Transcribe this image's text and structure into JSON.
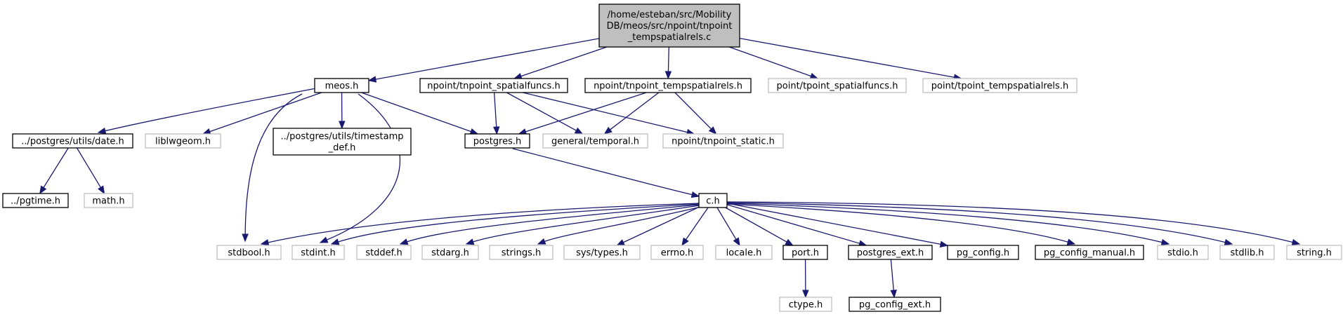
{
  "diagram": {
    "type": "include-dependency-graph",
    "colors": {
      "edge": "#191970",
      "root_fill": "#bfbfbf",
      "documented_border": "#000000",
      "undocumented_border": "#bfbfbf",
      "node_fill": "#ffffff"
    },
    "nodes": [
      {
        "id": "root",
        "label": [
          "/home/esteban/src/Mobility",
          "DB/meos/src/npoint/tnpoint",
          "_tempspatialrels.c"
        ],
        "style": "root"
      },
      {
        "id": "meos_h",
        "label": [
          "meos.h"
        ],
        "style": "documented"
      },
      {
        "id": "tnpoint_spatialfuncs_h",
        "label": [
          "npoint/tnpoint_spatialfuncs.h"
        ],
        "style": "documented"
      },
      {
        "id": "tnpoint_tempspatialrels_h",
        "label": [
          "npoint/tnpoint_tempspatialrels.h"
        ],
        "style": "documented"
      },
      {
        "id": "tpoint_spatialfuncs_h",
        "label": [
          "point/tpoint_spatialfuncs.h"
        ],
        "style": "undocumented"
      },
      {
        "id": "tpoint_tempspatialrels_h",
        "label": [
          "point/tpoint_tempspatialrels.h"
        ],
        "style": "undocumented"
      },
      {
        "id": "date_h",
        "label": [
          "../postgres/utils/date.h"
        ],
        "style": "documented"
      },
      {
        "id": "liblwgeom_h",
        "label": [
          "liblwgeom.h"
        ],
        "style": "undocumented"
      },
      {
        "id": "timestamp_def_h",
        "label": [
          "../postgres/utils/timestamp",
          "_def.h"
        ],
        "style": "documented"
      },
      {
        "id": "postgres_h",
        "label": [
          "postgres.h"
        ],
        "style": "documented"
      },
      {
        "id": "general_temporal_h",
        "label": [
          "general/temporal.h"
        ],
        "style": "undocumented"
      },
      {
        "id": "tnpoint_static_h",
        "label": [
          "npoint/tnpoint_static.h"
        ],
        "style": "undocumented"
      },
      {
        "id": "pgtime_h",
        "label": [
          "../pgtime.h"
        ],
        "style": "documented"
      },
      {
        "id": "math_h",
        "label": [
          "math.h"
        ],
        "style": "undocumented"
      },
      {
        "id": "c_h",
        "label": [
          "c.h"
        ],
        "style": "documented"
      },
      {
        "id": "stdbool_h",
        "label": [
          "stdbool.h"
        ],
        "style": "undocumented"
      },
      {
        "id": "stdint_h",
        "label": [
          "stdint.h"
        ],
        "style": "undocumented"
      },
      {
        "id": "stddef_h",
        "label": [
          "stddef.h"
        ],
        "style": "undocumented"
      },
      {
        "id": "stdarg_h",
        "label": [
          "stdarg.h"
        ],
        "style": "undocumented"
      },
      {
        "id": "strings_h",
        "label": [
          "strings.h"
        ],
        "style": "undocumented"
      },
      {
        "id": "sys_types_h",
        "label": [
          "sys/types.h"
        ],
        "style": "undocumented"
      },
      {
        "id": "errno_h",
        "label": [
          "errno.h"
        ],
        "style": "undocumented"
      },
      {
        "id": "locale_h",
        "label": [
          "locale.h"
        ],
        "style": "undocumented"
      },
      {
        "id": "port_h",
        "label": [
          "port.h"
        ],
        "style": "documented"
      },
      {
        "id": "postgres_ext_h",
        "label": [
          "postgres_ext.h"
        ],
        "style": "documented"
      },
      {
        "id": "pg_config_h",
        "label": [
          "pg_config.h"
        ],
        "style": "documented"
      },
      {
        "id": "pg_config_manual_h",
        "label": [
          "pg_config_manual.h"
        ],
        "style": "documented"
      },
      {
        "id": "stdio_h",
        "label": [
          "stdio.h"
        ],
        "style": "undocumented"
      },
      {
        "id": "stdlib_h",
        "label": [
          "stdlib.h"
        ],
        "style": "undocumented"
      },
      {
        "id": "string_h",
        "label": [
          "string.h"
        ],
        "style": "undocumented"
      },
      {
        "id": "ctype_h",
        "label": [
          "ctype.h"
        ],
        "style": "undocumented"
      },
      {
        "id": "pg_config_ext_h",
        "label": [
          "pg_config_ext.h"
        ],
        "style": "documented"
      }
    ],
    "edges": [
      [
        "root",
        "meos_h"
      ],
      [
        "root",
        "tnpoint_spatialfuncs_h"
      ],
      [
        "root",
        "tnpoint_tempspatialrels_h"
      ],
      [
        "root",
        "tpoint_spatialfuncs_h"
      ],
      [
        "root",
        "tpoint_tempspatialrels_h"
      ],
      [
        "meos_h",
        "date_h"
      ],
      [
        "meos_h",
        "liblwgeom_h"
      ],
      [
        "meos_h",
        "timestamp_def_h"
      ],
      [
        "meos_h",
        "postgres_h"
      ],
      [
        "meos_h",
        "stdbool_h"
      ],
      [
        "meos_h",
        "stdint_h"
      ],
      [
        "tnpoint_spatialfuncs_h",
        "postgres_h"
      ],
      [
        "tnpoint_spatialfuncs_h",
        "general_temporal_h"
      ],
      [
        "tnpoint_spatialfuncs_h",
        "tnpoint_static_h"
      ],
      [
        "tnpoint_tempspatialrels_h",
        "postgres_h"
      ],
      [
        "tnpoint_tempspatialrels_h",
        "general_temporal_h"
      ],
      [
        "tnpoint_tempspatialrels_h",
        "tnpoint_static_h"
      ],
      [
        "date_h",
        "pgtime_h"
      ],
      [
        "date_h",
        "math_h"
      ],
      [
        "postgres_h",
        "c_h"
      ],
      [
        "c_h",
        "stdbool_h"
      ],
      [
        "c_h",
        "stdint_h"
      ],
      [
        "c_h",
        "stddef_h"
      ],
      [
        "c_h",
        "stdarg_h"
      ],
      [
        "c_h",
        "strings_h"
      ],
      [
        "c_h",
        "sys_types_h"
      ],
      [
        "c_h",
        "errno_h"
      ],
      [
        "c_h",
        "locale_h"
      ],
      [
        "c_h",
        "port_h"
      ],
      [
        "c_h",
        "postgres_ext_h"
      ],
      [
        "c_h",
        "pg_config_h"
      ],
      [
        "c_h",
        "pg_config_manual_h"
      ],
      [
        "c_h",
        "stdio_h"
      ],
      [
        "c_h",
        "stdlib_h"
      ],
      [
        "c_h",
        "string_h"
      ],
      [
        "port_h",
        "ctype_h"
      ],
      [
        "postgres_ext_h",
        "pg_config_ext_h"
      ]
    ]
  }
}
